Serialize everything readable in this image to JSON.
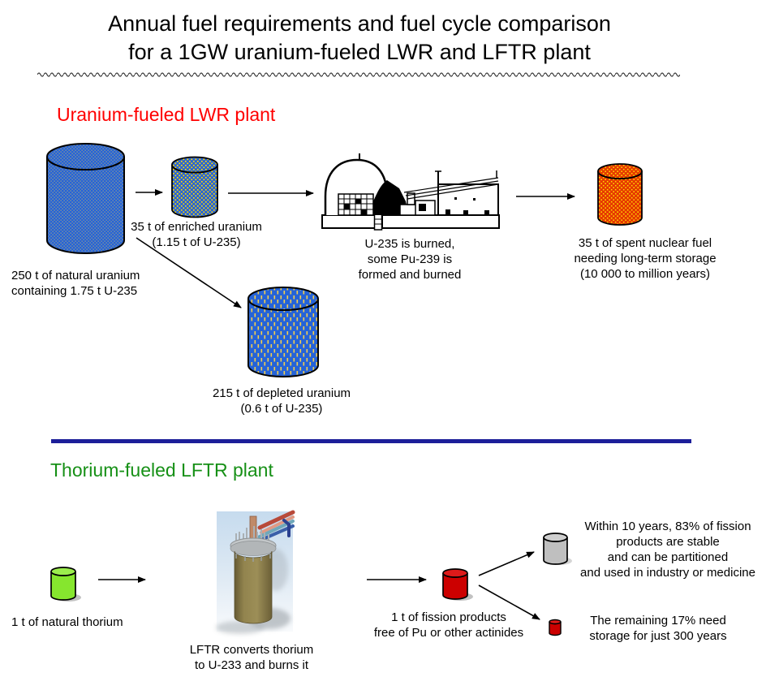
{
  "title": {
    "line1": "Annual fuel requirements and fuel cycle comparison",
    "line2": "for a 1GW uranium-fueled LWR and LFTR plant"
  },
  "lwr": {
    "heading": "Uranium-fueled LWR plant",
    "natural_label": [
      "250 t of natural uranium",
      "containing 1.75 t U-235"
    ],
    "enriched_label": [
      "35 t of enriched uranium",
      "(1.15 t of U-235)"
    ],
    "plant_caption": [
      "U-235 is burned,",
      "some Pu-239 is",
      "formed and burned"
    ],
    "spent_label": [
      "35 t of spent nuclear fuel",
      "needing long-term storage",
      "(10 000 to million years)"
    ],
    "depleted_label": [
      "215 t of depleted uranium",
      "(0.6 t of U-235)"
    ]
  },
  "lftr": {
    "heading": "Thorium-fueled LFTR plant",
    "thorium_label": "1 t of natural thorium",
    "reactor_caption": [
      "LFTR converts thorium",
      "to U-233 and burns it"
    ],
    "fission_label": [
      "1 t of fission products",
      "free of Pu or other actinides"
    ],
    "stable_label": [
      "Within 10 years, 83% of fission",
      "products are stable",
      "and can be partitioned",
      "and used in industry or medicine"
    ],
    "remaining_label": [
      "The remaining 17% need",
      "storage for just 300 years"
    ]
  },
  "icons": {
    "natural_uranium_cylinder": "blue-cylinder-yellow-speckles",
    "enriched_uranium_cylinder": "blue-cylinder-dense-yellow-dots",
    "spent_fuel_cylinder": "red-cylinder-yellow-dots",
    "depleted_uranium_cylinder": "blue-cylinder-yellow-dashes",
    "thorium_cylinder": "green-cylinder",
    "fission_products_cylinder": "red-cylinder",
    "stable_products_cylinder": "gray-cylinder",
    "remaining_waste_cylinder": "small-red-cylinder"
  },
  "colors": {
    "natural_uranium_blue": "#2563d8",
    "enrichment_yellow": "#ffd800",
    "spent_fuel_red": "#e63900",
    "thorium_green": "#86e62e",
    "fission_red": "#cc0000",
    "stable_gray": "#bfbfbf",
    "divider_navy": "#1c1e99",
    "lwr_heading_red": "#ff0000",
    "lftr_heading_green": "#169016"
  }
}
